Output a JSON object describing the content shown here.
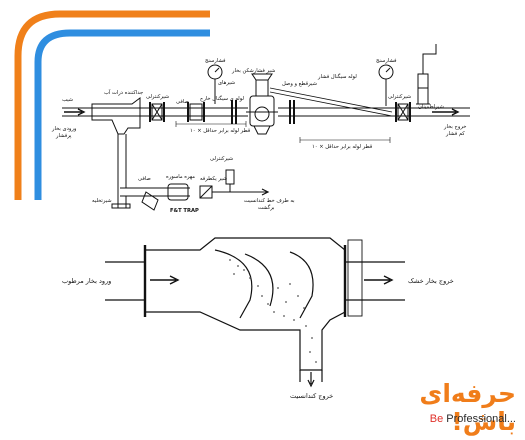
{
  "colors": {
    "arc_orange": "#f0801a",
    "arc_blue": "#2f8ee0",
    "ink": "#111111",
    "brand_orange": "#f07d1a",
    "brand_red": "#e0322b",
    "brand_gray": "#2b2b2b"
  },
  "top_diagram": {
    "labels": {
      "steam_inlet": "ورودی بخار",
      "steam_inlet_sub": "پرفشار",
      "slope": "شیب",
      "separator": "جداکننده ذرات آب",
      "gate_valve_1": "شیرکنترلی",
      "strainer_1": "صافی",
      "pilot_line": "لوله ی سیگنال خارج",
      "pressure_gauge_1": "فشارسنج",
      "prv": "شیر فشارشکن بخار",
      "relief_line": "شیرهای",
      "reducer": "شیرقطع و وصل",
      "signal_tube": "لوله سیگنال فشار",
      "pressure_gauge_2": "فشارسنج",
      "gate_valve_2": "شیرکنترلی",
      "safety_valve": "شیراطمینان",
      "pipe_dia_1": "۱۰ × قطر لوله برابر حداقل",
      "pipe_dia_2": "۱۰ × قطر لوله برابر حداقل",
      "steam_outlet": "خروج بخار",
      "steam_outlet_sub": "کم فشار",
      "sight_glass": "شیرکنترلی",
      "drain_valve": "شیرتخلیه",
      "strainer_2": "صافی",
      "trap_inlet": "مهره ماسوره",
      "trap_name": "F&T TRAP",
      "check_valve": "شیر یکطرفه",
      "return_line": "به طرف خط کندانسیت",
      "return_line_sub": "برگشت"
    }
  },
  "bottom_diagram": {
    "labels": {
      "wet_steam_in": "ورود بخار مرطوب",
      "dry_steam_out": "خروج بخار خشک",
      "condensate_out": "خروج کندانسیت"
    }
  },
  "brand": {
    "name_fa": "حرفه‌ای باش!",
    "tagline_prefix": "Be",
    "tagline_rest": " Professional..."
  }
}
